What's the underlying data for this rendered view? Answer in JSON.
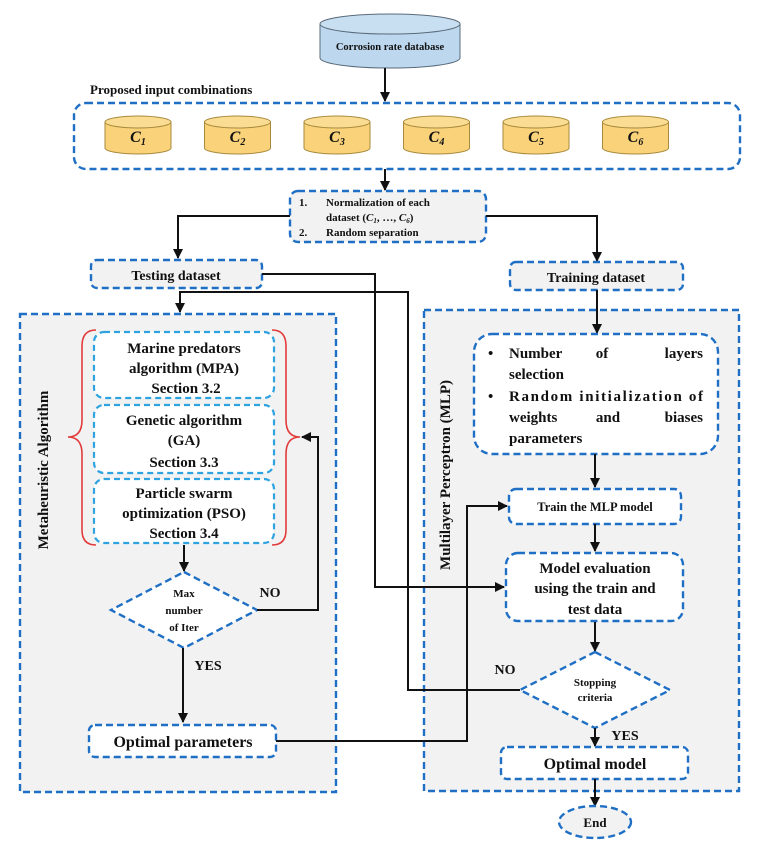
{
  "title": "Corrosion rate prediction flowchart (MLP optimized by metaheuristic algorithms)",
  "colors": {
    "dashed_border": "#1f6fc5",
    "inner_dashed_border": "#2ea3e0",
    "panel_fill": "#f2f2f2",
    "database_fill": "#bcd7ee",
    "dataset_fill": "#f9d27a",
    "brace": "#e23b3b",
    "connector": "#111111"
  },
  "database": {
    "label": "Corrosion rate database"
  },
  "input_combinations": {
    "title": "Proposed input combinations",
    "items": [
      {
        "base": "C",
        "sub": "1"
      },
      {
        "base": "C",
        "sub": "2"
      },
      {
        "base": "C",
        "sub": "3"
      },
      {
        "base": "C",
        "sub": "4"
      },
      {
        "base": "C",
        "sub": "5"
      },
      {
        "base": "C",
        "sub": "6"
      }
    ]
  },
  "preprocess": {
    "step1_num": "1.",
    "step1_line1": "Normalization  of each",
    "step1_line2_pre": "dataset (",
    "step1_c1": "C",
    "step1_c1_sub": "1",
    "step1_mid": ", …, ",
    "step1_c6": "C",
    "step1_c6_sub": "6",
    "step1_line2_post": ")",
    "step2_num": "2.",
    "step2": "Random separation"
  },
  "testing_dataset": {
    "label": "Testing dataset"
  },
  "training_dataset": {
    "label": "Training dataset"
  },
  "metaheuristic": {
    "title": "Metaheuristic Algorithm",
    "algorithms": [
      {
        "lines": [
          "Marine predators",
          "algorithm (MPA)",
          "Section 3.2"
        ]
      },
      {
        "lines": [
          "Genetic algorithm",
          "(GA)",
          "Section 3.3"
        ]
      },
      {
        "lines": [
          "Particle swarm",
          "optimization (PSO)",
          "Section 3.4"
        ]
      }
    ],
    "decision": {
      "lines": [
        "Max",
        "number",
        "of Iter"
      ],
      "no": "NO",
      "yes": "YES"
    },
    "optimal_parameters": "Optimal parameters"
  },
  "mlp": {
    "title": "Multilayer Perceptron (MLP)",
    "setup": {
      "bullet": "•",
      "item1": [
        "Number",
        "of",
        "layers",
        "selection"
      ],
      "item2": [
        "Random initialization of",
        "weights",
        "and",
        "biases",
        "parameters"
      ]
    },
    "train": "Train the MLP model",
    "evaluation": {
      "lines": [
        "Model evaluation",
        "using the train and",
        "test data"
      ]
    },
    "decision": {
      "lines": [
        "Stopping",
        "criteria"
      ],
      "no": "NO",
      "yes": "YES"
    },
    "optimal_model": "Optimal model"
  },
  "end": {
    "label": "End"
  }
}
